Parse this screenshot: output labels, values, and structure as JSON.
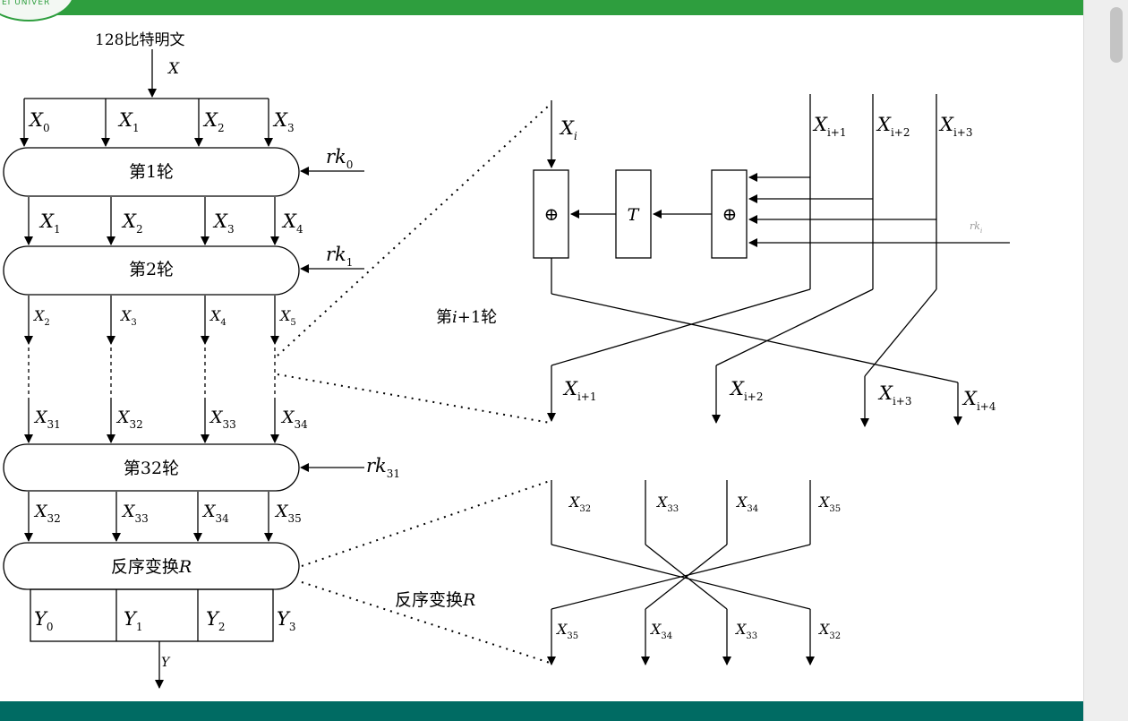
{
  "header": {
    "logo_text": "EI UNIVER"
  },
  "left": {
    "input_label": "128比特明文",
    "input_var": "X",
    "top_labels": [
      [
        "X",
        "0"
      ],
      [
        "X",
        "1"
      ],
      [
        "X",
        "2"
      ],
      [
        "X",
        "3"
      ]
    ],
    "round1": {
      "label": "第1轮",
      "key": [
        "rk",
        "0"
      ]
    },
    "after1": [
      [
        "X",
        "1"
      ],
      [
        "X",
        "2"
      ],
      [
        "X",
        "3"
      ],
      [
        "X",
        "4"
      ]
    ],
    "round2": {
      "label": "第2轮",
      "key": [
        "rk",
        "1"
      ]
    },
    "after2": [
      [
        "X",
        "2"
      ],
      [
        "X",
        "3"
      ],
      [
        "X",
        "4"
      ],
      [
        "X",
        "5"
      ]
    ],
    "before32": [
      [
        "X",
        "31"
      ],
      [
        "X",
        "32"
      ],
      [
        "X",
        "33"
      ],
      [
        "X",
        "34"
      ]
    ],
    "round32": {
      "label": "第32轮",
      "key": [
        "rk",
        "31"
      ]
    },
    "after32": [
      [
        "X",
        "32"
      ],
      [
        "X",
        "33"
      ],
      [
        "X",
        "34"
      ],
      [
        "X",
        "35"
      ]
    ],
    "reverse": {
      "label": "反序变换",
      "var": "R"
    },
    "outputs": [
      [
        "Y",
        "0"
      ],
      [
        "Y",
        "1"
      ],
      [
        "Y",
        "2"
      ],
      [
        "Y",
        "3"
      ]
    ],
    "output_var": "Y"
  },
  "round_detail": {
    "caption": [
      "第",
      "i",
      "+1轮"
    ],
    "inputs": [
      [
        "X",
        "i"
      ],
      [
        "X",
        "i+1"
      ],
      [
        "X",
        "i+2"
      ],
      [
        "X",
        "i+3"
      ]
    ],
    "t_box": "T",
    "xor_symbol": "⊕",
    "key": [
      "rk",
      "i"
    ],
    "outputs": [
      [
        "X",
        "i+1"
      ],
      [
        "X",
        "i+2"
      ],
      [
        "X",
        "i+3"
      ],
      [
        "X",
        "i+4"
      ]
    ]
  },
  "reverse_detail": {
    "caption": [
      "反序变换",
      "R"
    ],
    "inputs": [
      [
        "X",
        "32"
      ],
      [
        "X",
        "33"
      ],
      [
        "X",
        "34"
      ],
      [
        "X",
        "35"
      ]
    ],
    "outputs": [
      [
        "X",
        "35"
      ],
      [
        "X",
        "34"
      ],
      [
        "X",
        "33"
      ],
      [
        "X",
        "32"
      ]
    ]
  }
}
